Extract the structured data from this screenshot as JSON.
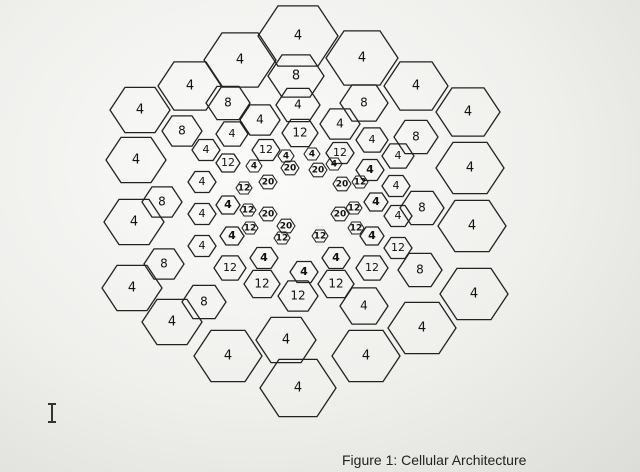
{
  "figure": {
    "caption": "Figure 1: Cellular Architecture"
  },
  "diagram": {
    "cells": [
      {
        "label": "4",
        "tier": "outer"
      },
      {
        "label": "4",
        "tier": "outer"
      },
      {
        "label": "4",
        "tier": "outer"
      },
      {
        "label": "4",
        "tier": "outer"
      },
      {
        "label": "4",
        "tier": "outer"
      },
      {
        "label": "4",
        "tier": "outer"
      },
      {
        "label": "4",
        "tier": "outer"
      },
      {
        "label": "4",
        "tier": "outer"
      },
      {
        "label": "4",
        "tier": "outer"
      },
      {
        "label": "4",
        "tier": "outer"
      },
      {
        "label": "4",
        "tier": "outer"
      },
      {
        "label": "4",
        "tier": "outer"
      },
      {
        "label": "4",
        "tier": "outer"
      },
      {
        "label": "4",
        "tier": "outer"
      },
      {
        "label": "4",
        "tier": "outer"
      },
      {
        "label": "4",
        "tier": "outer"
      },
      {
        "label": "4",
        "tier": "outer"
      },
      {
        "label": "4",
        "tier": "outer"
      },
      {
        "label": "8",
        "tier": "ring2"
      },
      {
        "label": "8",
        "tier": "ring2"
      },
      {
        "label": "8",
        "tier": "ring2"
      },
      {
        "label": "8",
        "tier": "ring2"
      },
      {
        "label": "8",
        "tier": "ring2"
      },
      {
        "label": "8",
        "tier": "ring2"
      },
      {
        "label": "8",
        "tier": "ring2"
      },
      {
        "label": "8",
        "tier": "ring2"
      },
      {
        "label": "8",
        "tier": "ring2"
      },
      {
        "label": "8",
        "tier": "ring2"
      },
      {
        "label": "4",
        "tier": "ring3"
      },
      {
        "label": "4",
        "tier": "ring3"
      },
      {
        "label": "4",
        "tier": "ring3"
      },
      {
        "label": "4",
        "tier": "ring3"
      },
      {
        "label": "4",
        "tier": "ring3"
      },
      {
        "label": "4",
        "tier": "ring3"
      },
      {
        "label": "4",
        "tier": "ring3"
      },
      {
        "label": "4",
        "tier": "ring3"
      },
      {
        "label": "4",
        "tier": "ring3"
      },
      {
        "label": "4",
        "tier": "ring3"
      },
      {
        "label": "4",
        "tier": "ring3"
      },
      {
        "label": "4",
        "tier": "ring3"
      },
      {
        "label": "4",
        "tier": "ring3"
      },
      {
        "label": "4",
        "tier": "ring3"
      },
      {
        "label": "12",
        "tier": "ring4"
      },
      {
        "label": "12",
        "tier": "ring4"
      },
      {
        "label": "12",
        "tier": "ring4"
      },
      {
        "label": "12",
        "tier": "ring4"
      },
      {
        "label": "12",
        "tier": "ring4"
      },
      {
        "label": "12",
        "tier": "ring4"
      },
      {
        "label": "12",
        "tier": "ring4"
      },
      {
        "label": "12",
        "tier": "ring4"
      },
      {
        "label": "12",
        "tier": "ring4"
      },
      {
        "label": "12",
        "tier": "ring4"
      },
      {
        "label": "4",
        "tier": "ring5"
      },
      {
        "label": "4",
        "tier": "ring5"
      },
      {
        "label": "4",
        "tier": "ring5"
      },
      {
        "label": "4",
        "tier": "ring5"
      },
      {
        "label": "4",
        "tier": "ring5"
      },
      {
        "label": "4",
        "tier": "ring5"
      },
      {
        "label": "4",
        "tier": "ring5"
      },
      {
        "label": "4",
        "tier": "ring5"
      },
      {
        "label": "4",
        "tier": "ring5"
      },
      {
        "label": "4",
        "tier": "ring5"
      },
      {
        "label": "4",
        "tier": "ring5"
      },
      {
        "label": "4",
        "tier": "ring5"
      },
      {
        "label": "12",
        "tier": "ring6"
      },
      {
        "label": "12",
        "tier": "ring6"
      },
      {
        "label": "12",
        "tier": "ring6"
      },
      {
        "label": "12",
        "tier": "ring6"
      },
      {
        "label": "12",
        "tier": "ring6"
      },
      {
        "label": "12",
        "tier": "ring6"
      },
      {
        "label": "12",
        "tier": "ring6"
      },
      {
        "label": "12",
        "tier": "ring6"
      },
      {
        "label": "20",
        "tier": "core"
      },
      {
        "label": "20",
        "tier": "core"
      },
      {
        "label": "20",
        "tier": "core"
      },
      {
        "label": "20",
        "tier": "core"
      },
      {
        "label": "20",
        "tier": "core"
      },
      {
        "label": "20",
        "tier": "core"
      },
      {
        "label": "20",
        "tier": "core"
      }
    ]
  }
}
